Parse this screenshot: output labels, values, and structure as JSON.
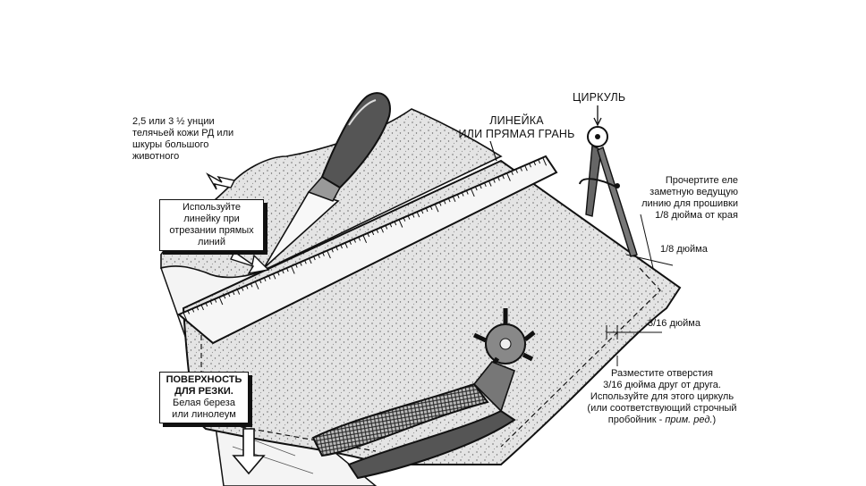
{
  "labels": {
    "leather": "2,5 или 3 ½ унции\nтелячьей кожи РД или\nшкуры большого\nживотного",
    "ruler_tip": "Используйте\nлинейку при\nотрезании прямых\nлиний",
    "ruler": "ЛИНЕЙКА\nИЛИ ПРЯМАЯ ГРАНЬ",
    "compass": "ЦИРКУЛЬ",
    "guide_line": "Прочертите еле\nзаметную ведущую\nлинию для прошивки\n1/8 дюйма от края",
    "eighth_inch": "1/8 дюйма",
    "three_sixteenth": "3/16 дюйма",
    "holes_main": "Разместите отверстия\n3/16 дюйма друг от друга.\nИспользуйте для этого циркуль\n(или соответствующий строчный\nпробойник - ",
    "holes_editor": "прим. ред.",
    "holes_end": ")",
    "cutting_title": "ПОВЕРХНОСТЬ\nДЛЯ РЕЗКИ.",
    "cutting_sub": "Белая береза\nили линолеум"
  },
  "colors": {
    "ink": "#111111",
    "paper": "#ffffff",
    "leather": "#dcdcdc"
  }
}
